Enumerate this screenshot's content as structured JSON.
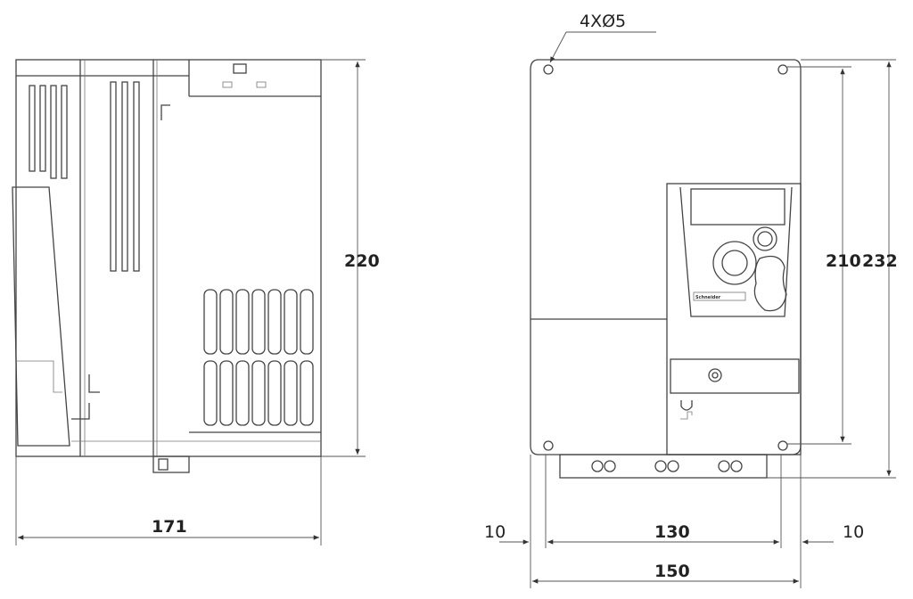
{
  "side_view": {
    "depth": "171",
    "height": "220"
  },
  "front_view": {
    "hole_note": "4XØ5",
    "mount_height": "210",
    "total_height": "232",
    "margin_left": "10",
    "mount_width": "130",
    "margin_right": "10",
    "total_width": "150",
    "brand": "Schneider"
  }
}
